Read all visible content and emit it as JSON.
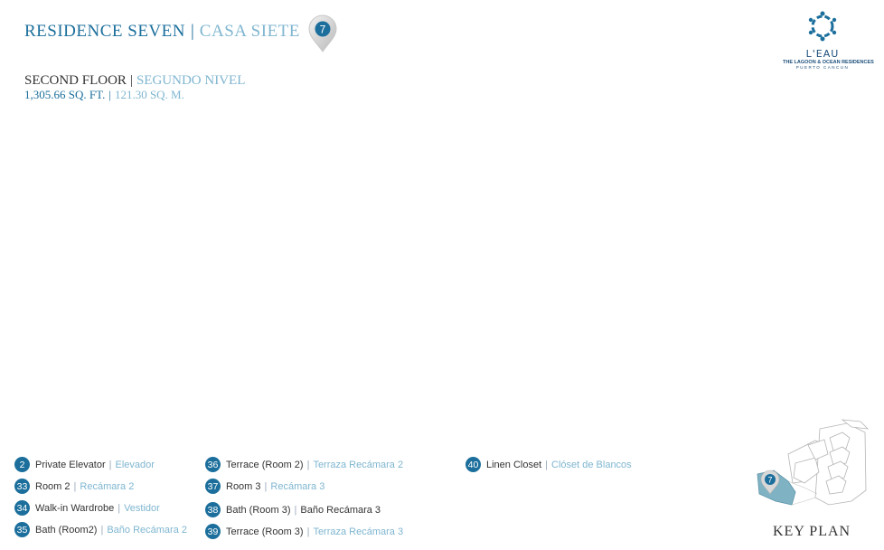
{
  "header": {
    "title_en": "RESIDENCE SEVEN",
    "separator": "|",
    "title_es": "CASA SIETE",
    "pin_number": "7"
  },
  "logo": {
    "name": "L'EAU",
    "subtitle": "THE LAGOON & OCEAN RESIDENCES",
    "location": "PUERTO CANCUN"
  },
  "floor": {
    "name_en": "SECOND FLOOR",
    "name_es": "SEGUNDO NIVEL",
    "area_ft": "1,305.66 SQ. FT.",
    "area_m": "121.30 SQ. M."
  },
  "legend": [
    {
      "num": "2",
      "en": "Private Elevator",
      "es": "Elevador"
    },
    {
      "num": "33",
      "en": "Room 2",
      "es": "Recámara 2"
    },
    {
      "num": "34",
      "en": "Walk-in Wardrobe",
      "es": "Vestidor"
    },
    {
      "num": "35",
      "en": "Bath (Room2)",
      "es": "Baño Recámara 2"
    },
    {
      "num": "36",
      "en": "Terrace (Room 2)",
      "es": "Terraza Recámara 2"
    },
    {
      "num": "37",
      "en": "Room 3",
      "es": "Recámara 3"
    },
    {
      "num": "38",
      "en": "Bath (Room 3)",
      "es": "Baño Recámara 3"
    },
    {
      "num": "39",
      "en": "Terrace (Room 3)",
      "es": "Terraza Recámara 3"
    },
    {
      "num": "40",
      "en": "Linen Closet",
      "es": "Clóset de Blancos"
    }
  ],
  "keyplan": {
    "label": "KEY PLAN",
    "marker": "7"
  },
  "colors": {
    "primary": "#1c6f9c",
    "light": "#7fb6d0",
    "text": "#333333",
    "highlight": "#7fb3c4"
  }
}
